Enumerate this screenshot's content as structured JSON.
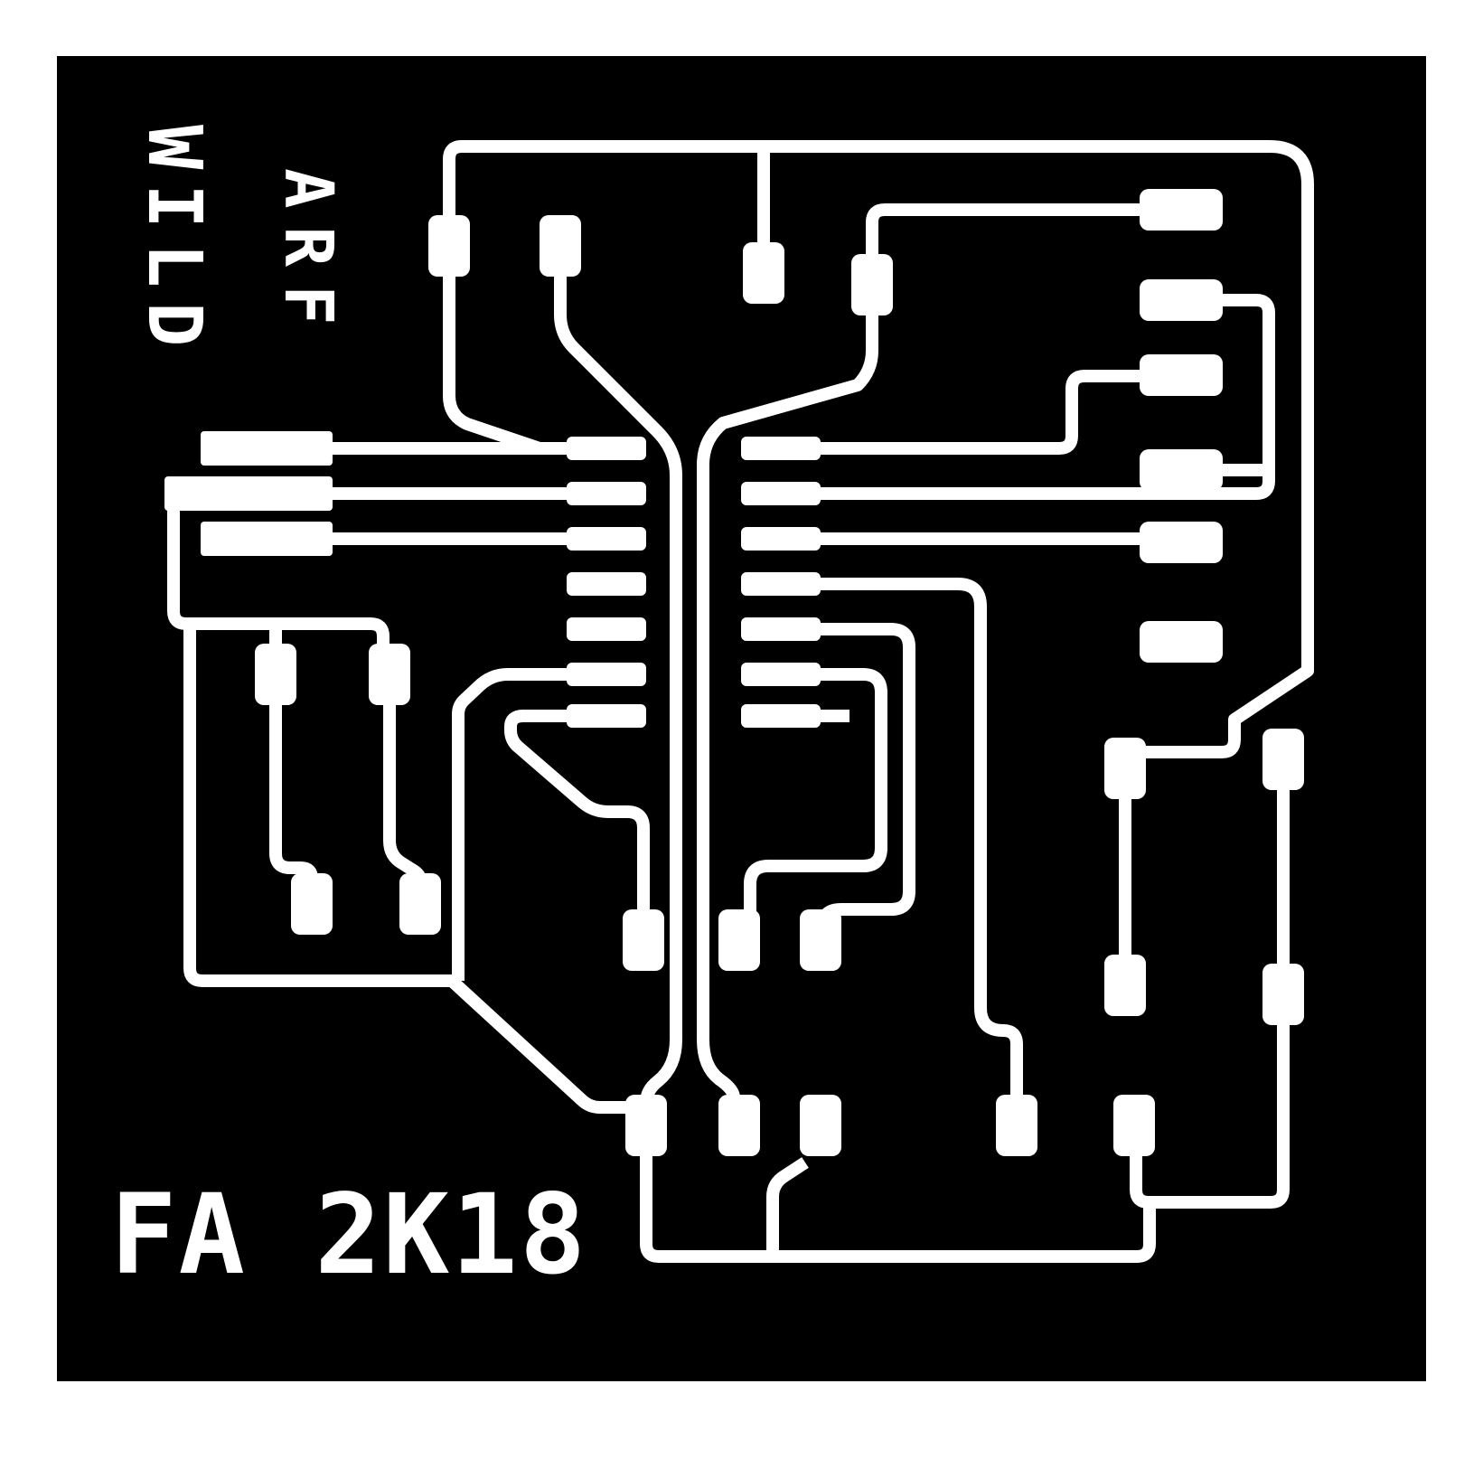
{
  "board": {
    "bg_color": "#000000",
    "copper_color": "#ffffff",
    "labels": {
      "wild": "WILD",
      "arf": "ARF",
      "fa2k18": "FA 2K18"
    }
  }
}
